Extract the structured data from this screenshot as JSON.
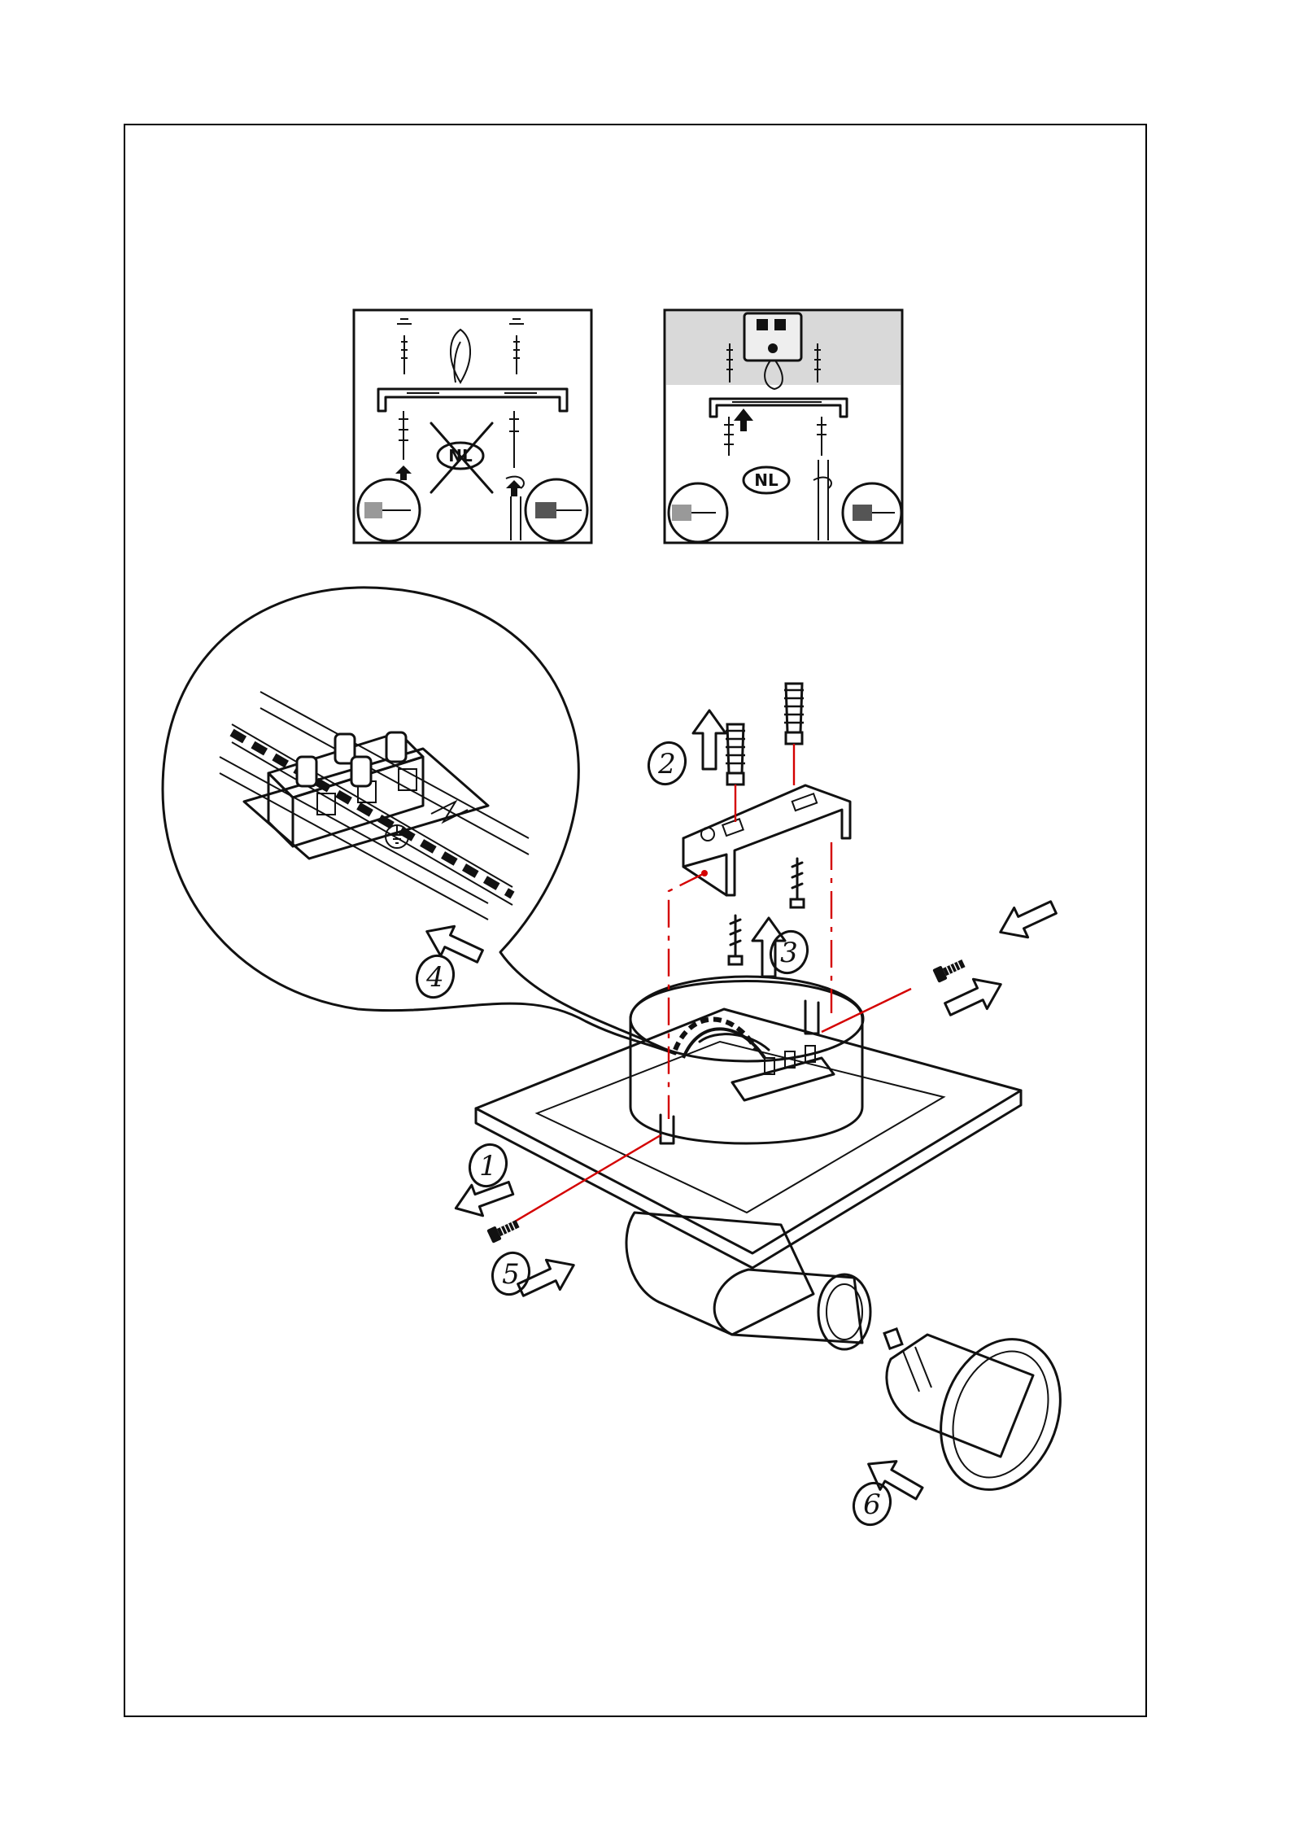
{
  "inset_left": {
    "badge": "NL",
    "crossed": true
  },
  "inset_right": {
    "badge": "NL",
    "crossed": false
  },
  "steps": [
    "1",
    "2",
    "3",
    "4",
    "5",
    "6"
  ],
  "colors": {
    "ink": "#111111",
    "guide": "#d40000",
    "ceiling": "#d9d9d9"
  },
  "icons": [
    "arrow-icon",
    "screw-icon",
    "wall-plug-icon",
    "screwdriver-icon",
    "drill-icon",
    "terminal-block-icon",
    "gu10-lamp-icon"
  ]
}
